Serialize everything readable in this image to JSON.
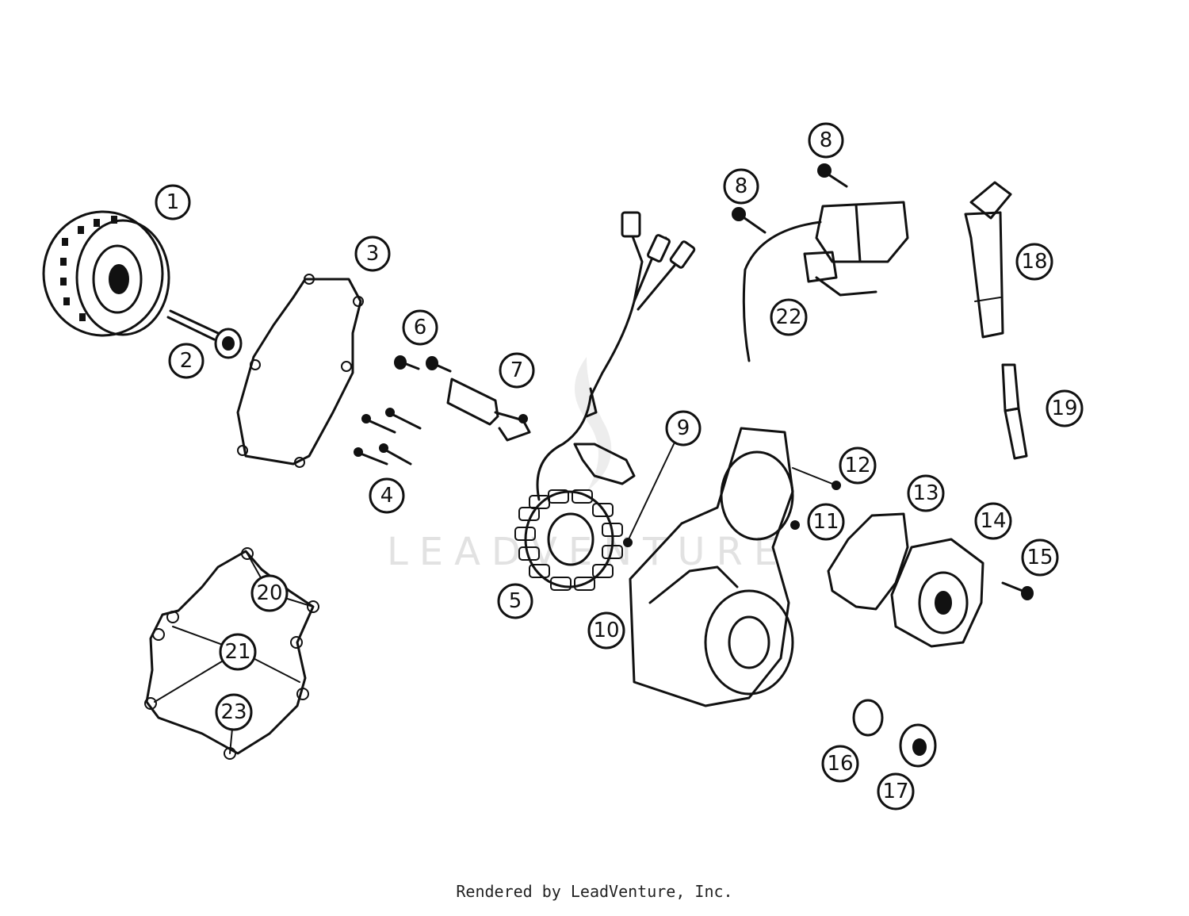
{
  "watermark": "LEADVENTURE",
  "footer": {
    "credit": "Rendered by LeadVenture, Inc."
  },
  "callouts": [
    {
      "id": "1",
      "label": "1"
    },
    {
      "id": "2",
      "label": "2"
    },
    {
      "id": "3",
      "label": "3"
    },
    {
      "id": "4",
      "label": "4"
    },
    {
      "id": "5",
      "label": "5"
    },
    {
      "id": "6",
      "label": "6"
    },
    {
      "id": "7",
      "label": "7"
    },
    {
      "id": "8a",
      "label": "8"
    },
    {
      "id": "8b",
      "label": "8"
    },
    {
      "id": "9",
      "label": "9"
    },
    {
      "id": "10",
      "label": "10"
    },
    {
      "id": "11",
      "label": "11"
    },
    {
      "id": "12",
      "label": "12"
    },
    {
      "id": "13",
      "label": "13"
    },
    {
      "id": "14",
      "label": "14"
    },
    {
      "id": "15",
      "label": "15"
    },
    {
      "id": "16",
      "label": "16"
    },
    {
      "id": "17",
      "label": "17"
    },
    {
      "id": "18",
      "label": "18"
    },
    {
      "id": "19",
      "label": "19"
    },
    {
      "id": "20",
      "label": "20"
    },
    {
      "id": "21",
      "label": "21"
    },
    {
      "id": "22",
      "label": "22"
    },
    {
      "id": "23",
      "label": "23"
    }
  ]
}
